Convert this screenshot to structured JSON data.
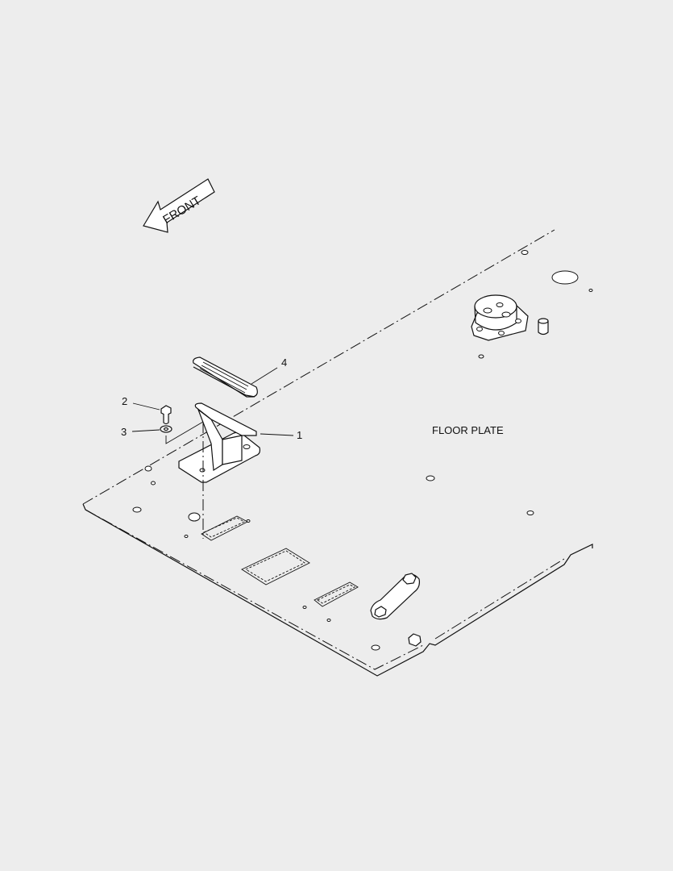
{
  "diagram": {
    "direction_label": "FRONT",
    "plate_label": "FLOOR PLATE",
    "callouts": [
      {
        "id": "1",
        "label": "1",
        "part": "pedal-bracket"
      },
      {
        "id": "2",
        "label": "2",
        "part": "bolt"
      },
      {
        "id": "3",
        "label": "3",
        "part": "washer"
      },
      {
        "id": "4",
        "label": "4",
        "part": "pedal-pad"
      }
    ],
    "colors": {
      "background": "#ededed",
      "line": "#111111",
      "part_fill": "#ffffff"
    }
  }
}
